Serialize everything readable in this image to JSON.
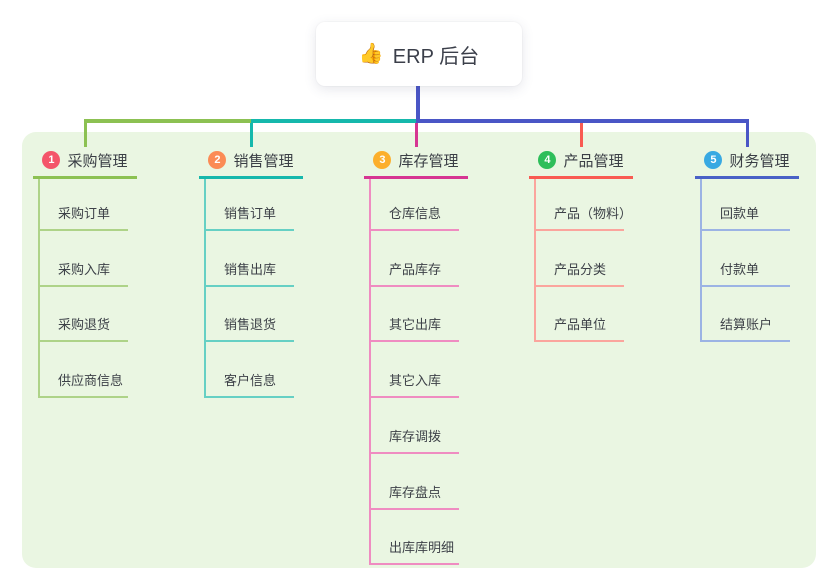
{
  "root": {
    "icon": "👍",
    "title": "ERP 后台"
  },
  "canvas": {
    "background": "#eaf6e2"
  },
  "connector": {
    "trunk_color": "#4a56c6"
  },
  "branches": [
    {
      "badge": "1",
      "badge_color": "#f4556a",
      "label": "采购管理",
      "line_color": "#8cc152",
      "child_line_color": "#aed388",
      "children": [
        "采购订单",
        "采购入库",
        "采购退货",
        "供应商信息"
      ]
    },
    {
      "badge": "2",
      "badge_color": "#fb8b55",
      "label": "销售管理",
      "line_color": "#16b8ac",
      "child_line_color": "#66d0c4",
      "children": [
        "销售订单",
        "销售出库",
        "销售退货",
        "客户信息"
      ]
    },
    {
      "badge": "3",
      "badge_color": "#fcaf2c",
      "label": "库存管理",
      "line_color": "#d63592",
      "child_line_color": "#ef8cc1",
      "children": [
        "仓库信息",
        "产品库存",
        "其它出库",
        "其它入库",
        "库存调拨",
        "库存盘点",
        "出库库明细"
      ]
    },
    {
      "badge": "4",
      "badge_color": "#2ebe5a",
      "label": "产品管理",
      "line_color": "#f95b52",
      "child_line_color": "#fba59d",
      "children": [
        "产品（物料）",
        "产品分类",
        "产品单位"
      ]
    },
    {
      "badge": "5",
      "badge_color": "#38a9e2",
      "label": "财务管理",
      "line_color": "#4961c6",
      "child_line_color": "#9cb3e4",
      "children": [
        "回款单",
        "付款单",
        "结算账户"
      ]
    }
  ]
}
